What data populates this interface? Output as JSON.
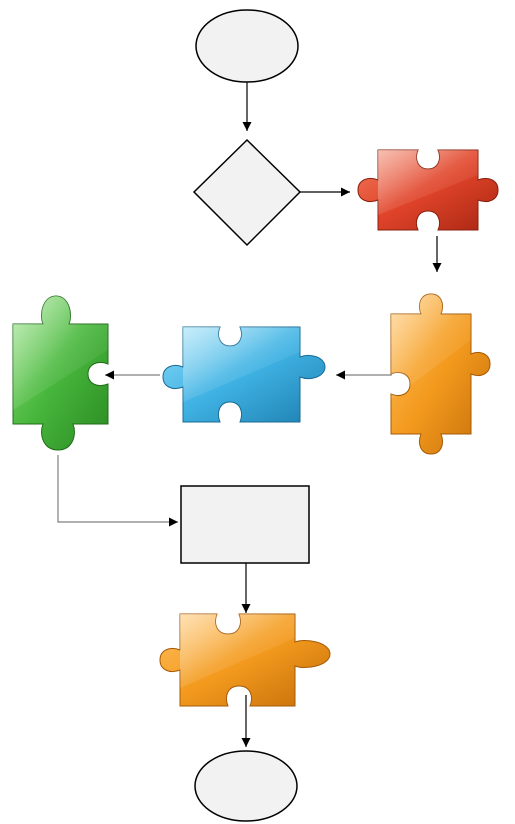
{
  "diagram": {
    "nodes": [
      {
        "id": "start",
        "shape": "ellipse",
        "label": ""
      },
      {
        "id": "decision",
        "shape": "diamond",
        "label": ""
      },
      {
        "id": "piece-red",
        "shape": "puzzle-piece",
        "color": "#e0442a",
        "label": ""
      },
      {
        "id": "piece-orange-right",
        "shape": "puzzle-piece",
        "color": "#f39a1e",
        "label": ""
      },
      {
        "id": "piece-blue",
        "shape": "puzzle-piece",
        "color": "#3fb2e3",
        "label": ""
      },
      {
        "id": "piece-green",
        "shape": "puzzle-piece",
        "color": "#47b63c",
        "label": ""
      },
      {
        "id": "process",
        "shape": "rectangle",
        "label": ""
      },
      {
        "id": "piece-orange-bottom",
        "shape": "puzzle-piece",
        "color": "#f39a1e",
        "label": ""
      },
      {
        "id": "end",
        "shape": "ellipse",
        "label": ""
      }
    ],
    "edges": [
      {
        "from": "start",
        "to": "decision"
      },
      {
        "from": "decision",
        "to": "piece-red"
      },
      {
        "from": "piece-red",
        "to": "piece-orange-right"
      },
      {
        "from": "piece-orange-right",
        "to": "piece-blue"
      },
      {
        "from": "piece-blue",
        "to": "piece-green"
      },
      {
        "from": "piece-green",
        "to": "process"
      },
      {
        "from": "process",
        "to": "piece-orange-bottom"
      },
      {
        "from": "piece-orange-bottom",
        "to": "end"
      }
    ],
    "colors": {
      "shape_fill": "#f2f2f2",
      "stroke": "#000000",
      "connector": "#808080"
    }
  }
}
